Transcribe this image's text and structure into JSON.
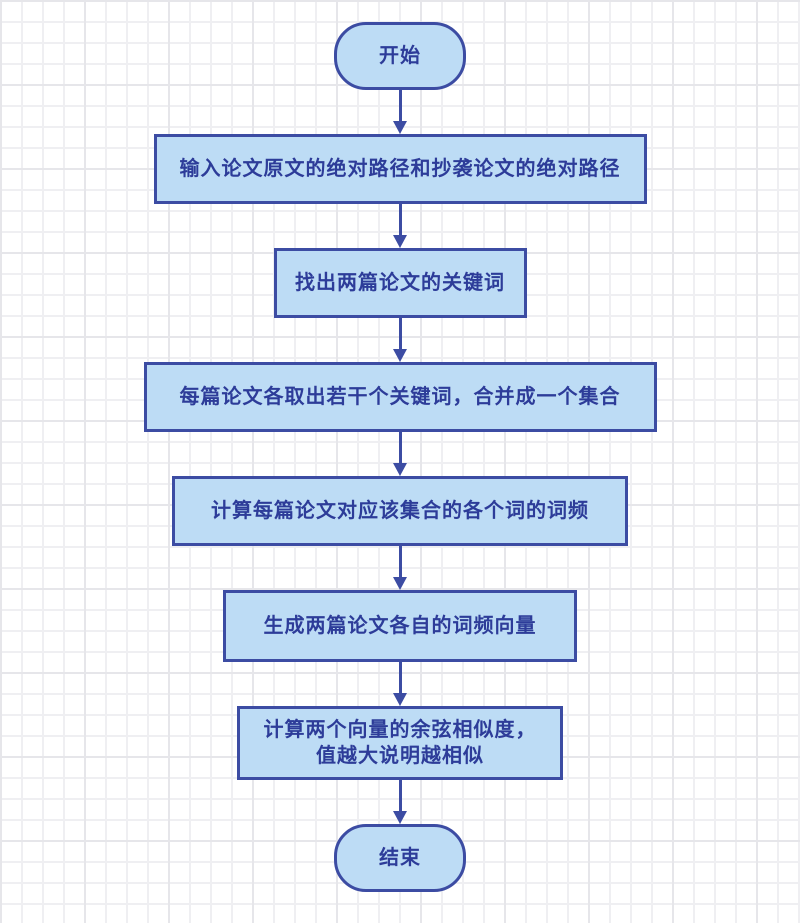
{
  "theme": {
    "node_fill": "#BDDCF5",
    "node_border": "#3C4CA3",
    "text_color": "#2D3C99",
    "arrow_color": "#3C4CA3",
    "grid_line": "#EFEFF2",
    "grid_major": "#E6E6EA",
    "background": "#FFFFFF"
  },
  "flowchart": {
    "nodes": [
      {
        "id": "start",
        "type": "terminator",
        "label": "开始"
      },
      {
        "id": "step-1",
        "type": "process",
        "label": "输入论文原文的绝对路径和抄袭论文的绝对路径"
      },
      {
        "id": "step-2",
        "type": "process",
        "label": "找出两篇论文的关键词"
      },
      {
        "id": "step-3",
        "type": "process",
        "label": "每篇论文各取出若干个关键词，合并成一个集合"
      },
      {
        "id": "step-4",
        "type": "process",
        "label": "计算每篇论文对应该集合的各个词的词频"
      },
      {
        "id": "step-5",
        "type": "process",
        "label": "生成两篇论文各自的词频向量"
      },
      {
        "id": "step-6",
        "type": "process",
        "lines": [
          "计算两个向量的余弦相似度，",
          "值越大说明越相似"
        ]
      },
      {
        "id": "end",
        "type": "terminator",
        "label": "结束"
      }
    ],
    "edges": [
      {
        "from": "start",
        "to": "step-1"
      },
      {
        "from": "step-1",
        "to": "step-2"
      },
      {
        "from": "step-2",
        "to": "step-3"
      },
      {
        "from": "step-3",
        "to": "step-4"
      },
      {
        "from": "step-4",
        "to": "step-5"
      },
      {
        "from": "step-5",
        "to": "step-6"
      },
      {
        "from": "step-6",
        "to": "end"
      }
    ]
  }
}
